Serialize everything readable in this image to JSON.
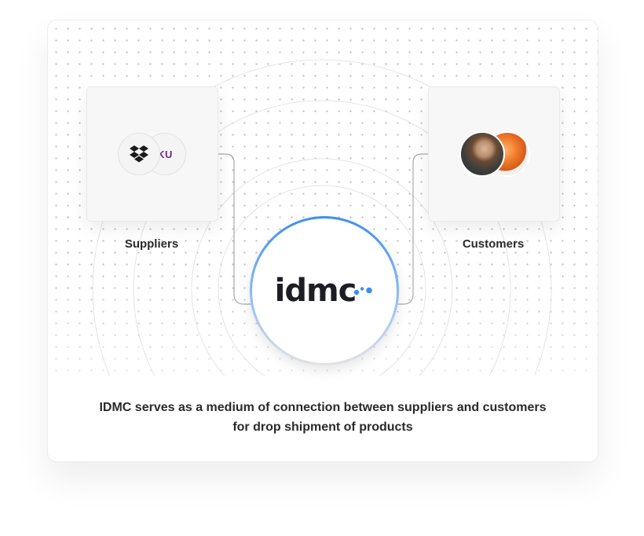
{
  "suppliers": {
    "label": "Suppliers",
    "logos": [
      {
        "icon": "dropbox-icon"
      },
      {
        "icon": "ku-logo",
        "text": "KU",
        "color": "#6b2c91"
      }
    ]
  },
  "customers": {
    "label": "Customers",
    "avatars": [
      "customer-avatar-1",
      "customer-avatar-2"
    ]
  },
  "hub": {
    "logo_text": "idmc",
    "accent_color": "#3d8ef0"
  },
  "caption": {
    "line1": "IDMC serves as a medium of connection between suppliers and customers",
    "line2": "for drop shipment of products"
  }
}
